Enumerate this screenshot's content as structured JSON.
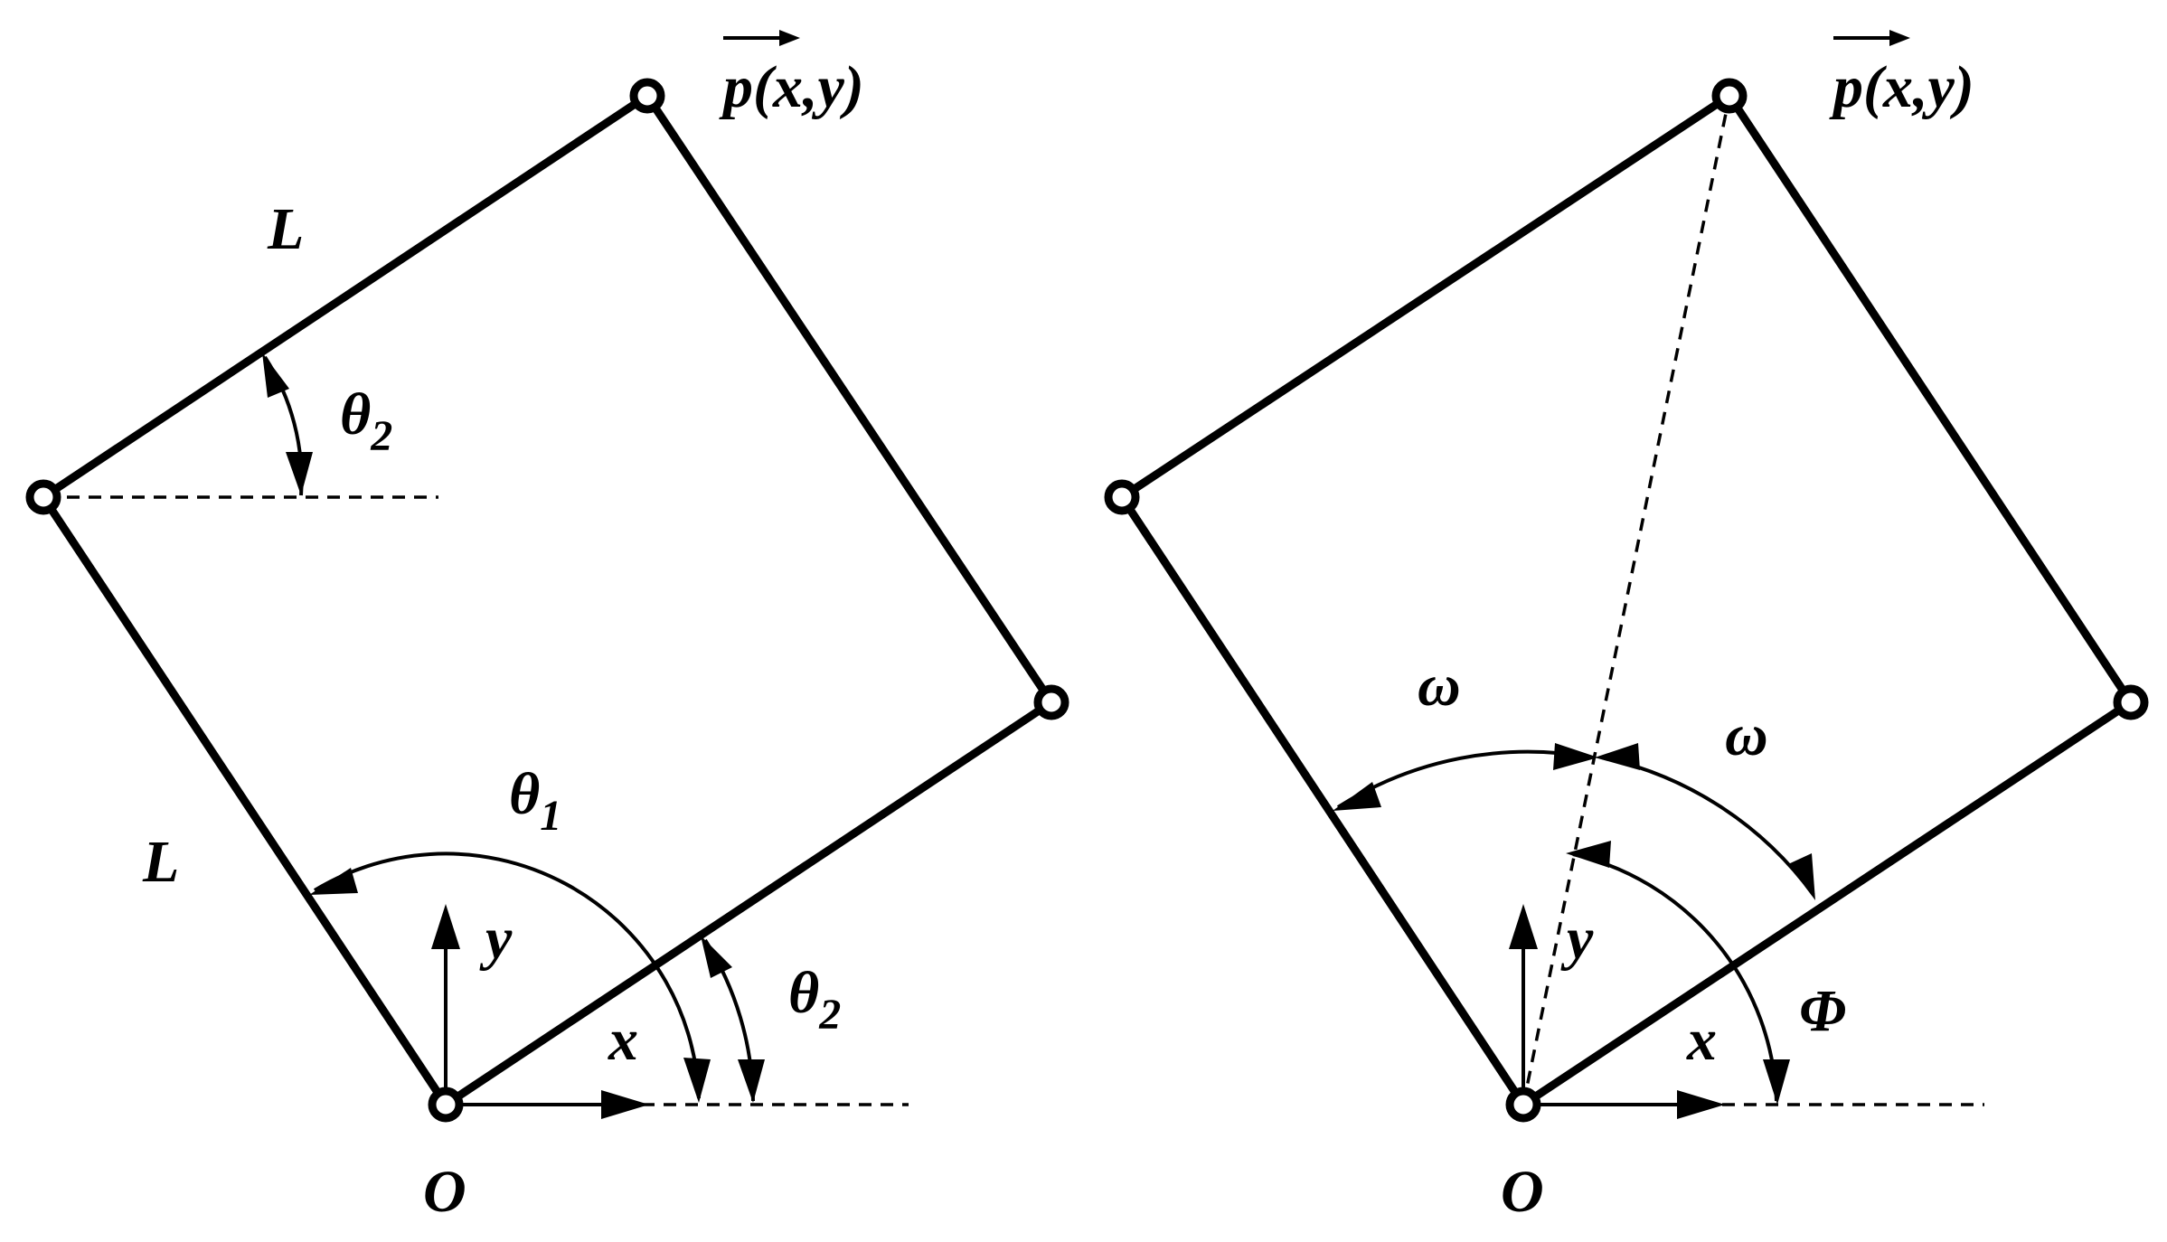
{
  "left_panel": {
    "point_label": "p(x,y)",
    "link_label_top": "L",
    "link_label_left": "L",
    "theta1": {
      "sym": "θ",
      "sub": "1"
    },
    "theta2_top": {
      "sym": "θ",
      "sub": "2"
    },
    "theta2_bottom": {
      "sym": "θ",
      "sub": "2"
    },
    "x_axis": "x",
    "y_axis": "y",
    "origin": "O"
  },
  "right_panel": {
    "point_label": "p(x,y)",
    "omega_left": "ω",
    "omega_right": "ω",
    "phi": "Φ",
    "x_axis": "x",
    "y_axis": "y",
    "origin": "O"
  }
}
